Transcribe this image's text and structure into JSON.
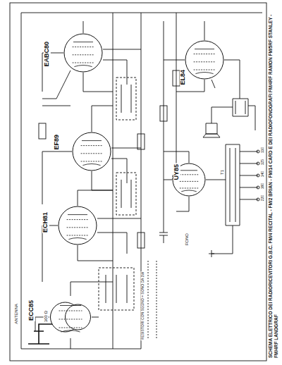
{
  "diagram": {
    "title": "SCHEMA ELETTRICO DEI RADIORICEVITORI G.B.C. FM/4 RECITAL - FM/2 BRIAN - FM/14 CARD E DEI RADIOFONOGRAFI FM/4RF RAMON FM/5RF STANLEY - FM/4RF LANDGRAF",
    "nodes": [
      {
        "text": [
          "EABC80"
        ]
      },
      {
        "text": [
          "EL84"
        ]
      },
      {
        "text": [
          "EF89"
        ]
      },
      {
        "text": [
          "UY85"
        ]
      },
      {
        "text": [
          "ECH81"
        ]
      },
      {
        "text": [
          "ECC85"
        ]
      }
    ],
    "labels": [
      "ANTENNA",
      "300 Ω",
      "RESISTORI CON SEGNO = SONO DA 1W",
      "110",
      "125",
      "140",
      "160",
      "220",
      "T1",
      "FONO"
    ]
  }
}
